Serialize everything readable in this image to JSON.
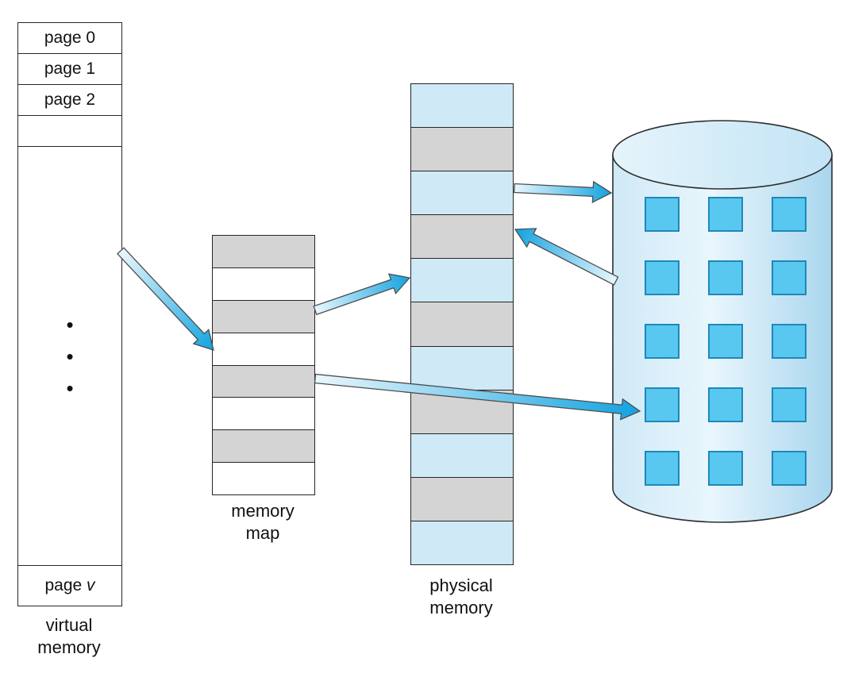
{
  "virtual_memory": {
    "label": "virtual\nmemory",
    "pages": [
      "page 0",
      "page 1",
      "page 2"
    ],
    "last_page_prefix": "page ",
    "last_page_var": "v",
    "dots": "•\n•\n•"
  },
  "memory_map": {
    "label": "memory\nmap",
    "rows": 8
  },
  "physical_memory": {
    "label": "physical\nmemory",
    "rows": 11
  },
  "disk": {
    "grid_rows": 5,
    "grid_cols": 3
  },
  "colors": {
    "cell_gray": "#d4d4d4",
    "cell_blue": "#cfe9f6",
    "cell_white": "#ffffff",
    "disk_block_fill": "#58c8f0",
    "disk_block_border": "#1f88b8",
    "arrow_tail": "#eaf7fd",
    "arrow_head": "#12a3e0"
  }
}
